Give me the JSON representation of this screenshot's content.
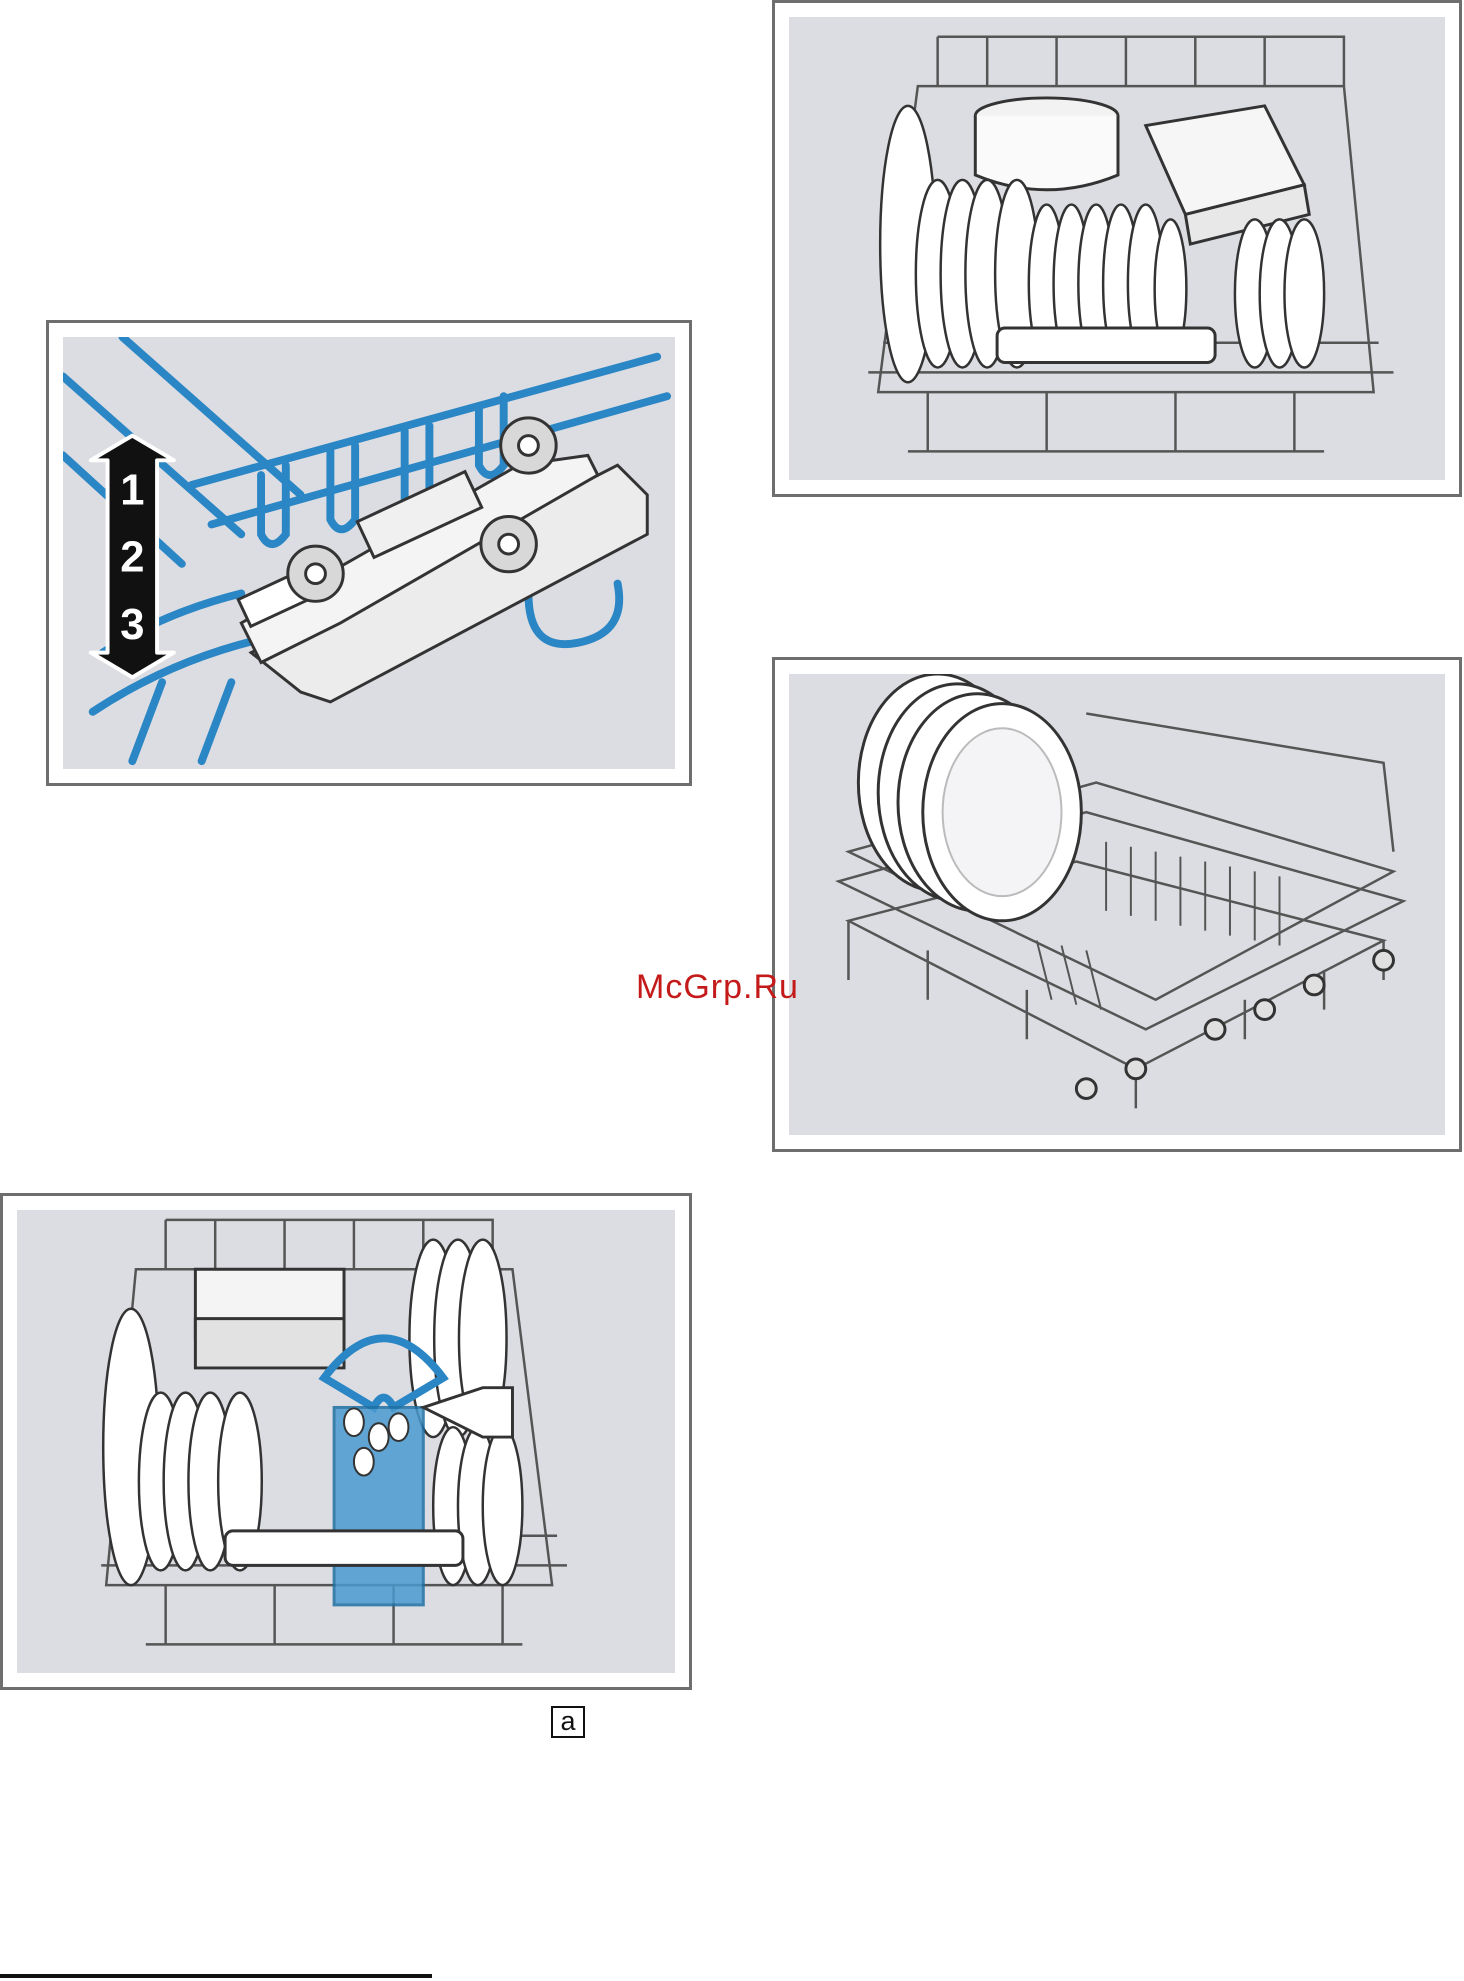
{
  "figures": {
    "rack_adjust": {
      "steps": [
        "1",
        "2",
        "3"
      ]
    }
  },
  "watermark": "McGrp.Ru",
  "callout_label": "a",
  "colors": {
    "panel_background": "#dcdde2",
    "panel_border": "#6e6e6e",
    "rack_wire_blue": "#2a86c4",
    "rack_wire_gray": "#6a6a6a",
    "watermark_red": "#c41a1a"
  }
}
